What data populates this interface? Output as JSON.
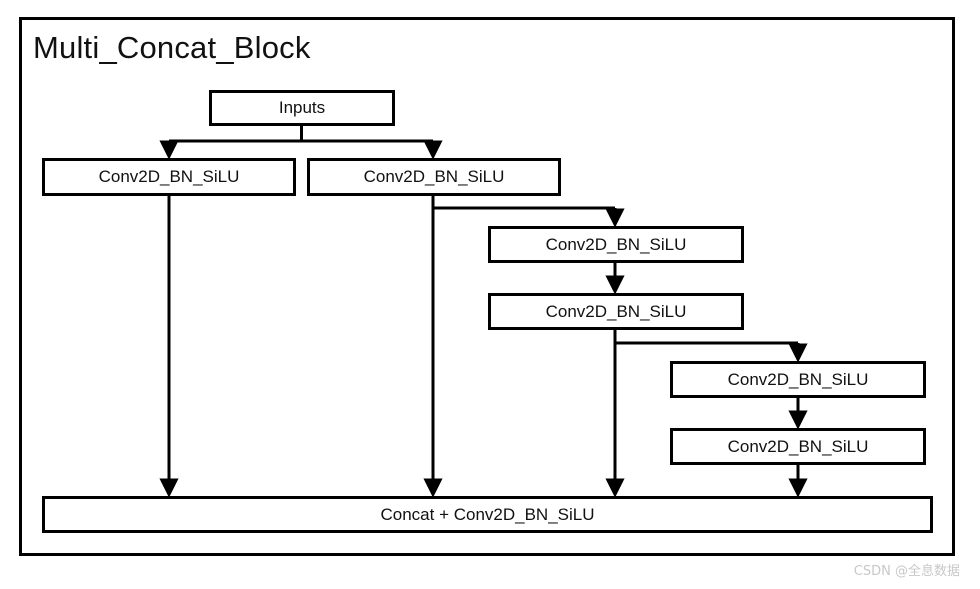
{
  "diagram": {
    "title": "Multi_Concat_Block",
    "stroke_color": "#000000",
    "background_color": "#ffffff",
    "nodes": [
      {
        "id": "inputs",
        "label": "Inputs"
      },
      {
        "id": "conv_a",
        "label": "Conv2D_BN_SiLU"
      },
      {
        "id": "conv_b",
        "label": "Conv2D_BN_SiLU"
      },
      {
        "id": "conv_c",
        "label": "Conv2D_BN_SiLU"
      },
      {
        "id": "conv_d",
        "label": "Conv2D_BN_SiLU"
      },
      {
        "id": "conv_e",
        "label": "Conv2D_BN_SiLU"
      },
      {
        "id": "conv_f",
        "label": "Conv2D_BN_SiLU"
      },
      {
        "id": "concat",
        "label": "Concat + Conv2D_BN_SiLU"
      }
    ]
  },
  "watermark": {
    "text": "CSDN @全息数据",
    "color": "#c8c8c8"
  }
}
